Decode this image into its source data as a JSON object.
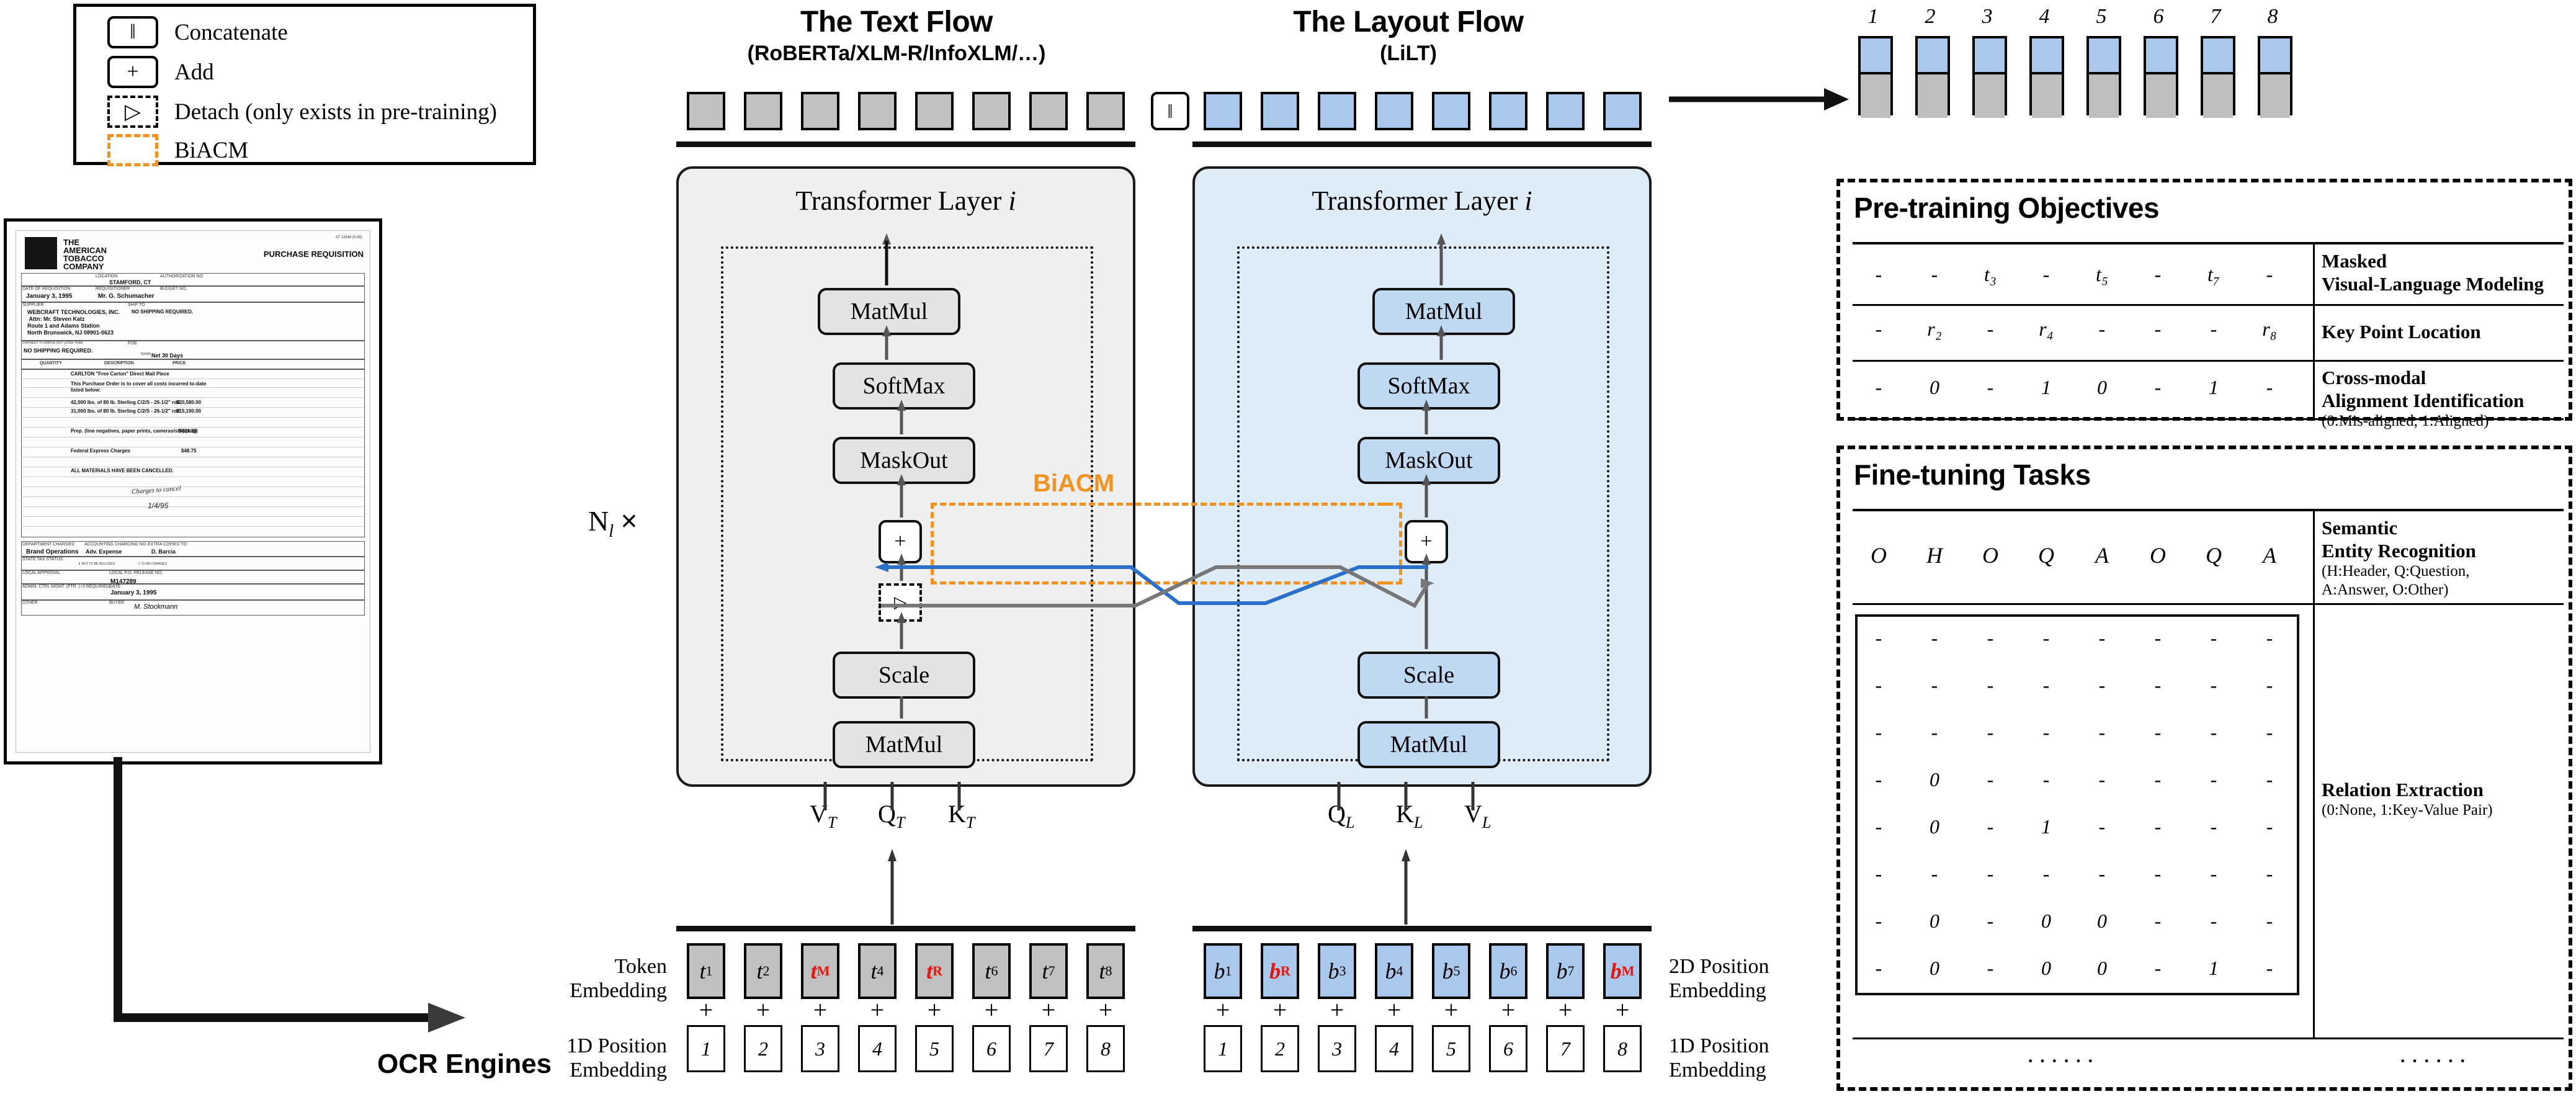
{
  "legend": {
    "items": [
      {
        "symbol": "‖",
        "label": "Concatenate",
        "style": "solid"
      },
      {
        "symbol": "+",
        "label": "Add",
        "style": "solid"
      },
      {
        "symbol": "▷",
        "label": "Detach (only exists in pre-training)",
        "style": "dash"
      },
      {
        "symbol": "",
        "label": "BiACM",
        "style": "orange"
      }
    ]
  },
  "document": {
    "company": "THE AMERICAN TOBACCO COMPANY",
    "form_title": "PURCHASE REQUISITION",
    "ref": "AT 13546 (5-85)",
    "fields": [
      {
        "label": "LOCATION",
        "value": "STAMFORD, CT"
      },
      {
        "label": "AUTHORIZATION NO."
      },
      {
        "label": "DATE OF REQUISITION",
        "value": "January 3, 1995"
      },
      {
        "label": "REQUISITIONER",
        "value": "Mr. G. Schumacher"
      },
      {
        "label": "BUDGET NO."
      },
      {
        "label": "SUPPLIER",
        "value": "WEBCRAFT TECHNOLOGIES, INC."
      },
      {
        "label": "SHIP TO",
        "value": "NO SHIPPING REQUIRED."
      }
    ],
    "supplier_lines": [
      "WEBCRAFT TECHNOLOGIES, INC.",
      "Attn: Mr. Steven Katz",
      "Route 1 and Adams Station",
      "North Brunswick, NJ 08901-0623"
    ],
    "ship_note": "NO SHIPPING REQUIRED.",
    "terms_label": "TERMS",
    "terms_value": "Net 30 Days",
    "table_headers": [
      "QUANTITY",
      "DESCRIPTION",
      "PRICE"
    ],
    "table_rows": [
      {
        "qty": "",
        "desc": "CARLTON \"Free Carton\" Direct Mail Piece",
        "price": ""
      },
      {
        "qty": "",
        "desc": "This Purchase Order is to cover all costs incurred to-date listed below:",
        "price": ""
      },
      {
        "qty": "",
        "desc": "42,000 lbs. of 80 lb. Sterling C/2/S - 26-1/2\" roll",
        "price": "$20,580.00"
      },
      {
        "qty": "",
        "desc": "31,000 lbs. of 80 lb. Sterling C/2/S - 26-1/2\" roll",
        "price": "$15,190.00"
      },
      {
        "qty": "",
        "desc": "Prep. (line negatives, paper prints, cameras/stripping)",
        "price": "$431.25"
      },
      {
        "qty": "",
        "desc": "Federal Express Charges",
        "price": "$48.75"
      },
      {
        "qty": "",
        "desc": "ALL MATERIALS HAVE BEEN CANCELLED.",
        "price": ""
      }
    ],
    "handwriting": [
      "Charges to cancel",
      "1/4/95"
    ],
    "footer": {
      "dept_label": "DEPARTMENT CHARGED",
      "dept_value": "Brand Operations",
      "acct_label": "ACCOUNTING CHARGING NO.",
      "acct_value": "Adv. Expense",
      "extra_label": "EXTRA COPIES TO:",
      "extra_value": "D. Barcia",
      "state_label": "STATE TAX STATUS",
      "approval_label": "LOCAL APPROVAL",
      "po_label": "LOCAL P.O. RELEASE NO.",
      "po_value": "M147289",
      "admin_label": "ADMIN. CTRL MGMT. (FTR. (+3 REQUIRED)",
      "date_label": "DATE",
      "date_value": "January 3, 1995",
      "other_label": "OTHER",
      "buyer_label": "BUYER",
      "buyer_value": "M. Stockmann",
      "check_label": "NOT TO BE INCLUDED",
      "check2_label": "TO BE CHARGED"
    }
  },
  "ocr": {
    "label": "OCR Engines"
  },
  "flows": {
    "text": {
      "title": "The Text Flow",
      "subtitle": "(RoBERTa/XLM-R/InfoXLM/…)",
      "layer_title": "Transformer Layer i",
      "ops": [
        "MatMul",
        "SoftMax",
        "MaskOut",
        "Scale",
        "MatMul"
      ],
      "add_symbol": "+",
      "detach_symbol": "▷",
      "inputs": [
        "V",
        "Q",
        "K"
      ],
      "input_sub": "T"
    },
    "layout": {
      "title": "The Layout Flow",
      "subtitle": "(LiLT)",
      "layer_title": "Transformer Layer i",
      "ops": [
        "MatMul",
        "SoftMax",
        "MaskOut",
        "Scale",
        "MatMul"
      ],
      "add_symbol": "+",
      "inputs": [
        "Q",
        "K",
        "V"
      ],
      "input_sub": "L"
    },
    "repeat_label": "N",
    "repeat_sub": "l",
    "repeat_times": "×",
    "biacm_label": "BiACM",
    "concat_symbol": "‖"
  },
  "embeddings": {
    "token_label_lines": [
      "Token",
      "Embedding"
    ],
    "token_items": [
      {
        "base": "t",
        "sub": "1",
        "red": false
      },
      {
        "base": "t",
        "sub": "2",
        "red": false
      },
      {
        "base": "t",
        "sub": "M",
        "red": true
      },
      {
        "base": "t",
        "sub": "4",
        "red": false
      },
      {
        "base": "t",
        "sub": "R",
        "red": true
      },
      {
        "base": "t",
        "sub": "6",
        "red": false
      },
      {
        "base": "t",
        "sub": "7",
        "red": false
      },
      {
        "base": "t",
        "sub": "8",
        "red": false
      }
    ],
    "layout_label_lines": [
      "2D Position",
      "Embedding"
    ],
    "layout_items": [
      {
        "base": "b",
        "sub": "1",
        "red": false
      },
      {
        "base": "b",
        "sub": "R",
        "red": true
      },
      {
        "base": "b",
        "sub": "3",
        "red": false
      },
      {
        "base": "b",
        "sub": "4",
        "red": false
      },
      {
        "base": "b",
        "sub": "5",
        "red": false
      },
      {
        "base": "b",
        "sub": "6",
        "red": false
      },
      {
        "base": "b",
        "sub": "7",
        "red": false
      },
      {
        "base": "b",
        "sub": "M",
        "red": true
      }
    ],
    "pos_label_lines": [
      "1D Position",
      "Embedding"
    ],
    "pos_label_lines_right": [
      "1D Position",
      "Embedding"
    ],
    "positions": [
      "1",
      "2",
      "3",
      "4",
      "5",
      "6",
      "7",
      "8"
    ],
    "plus": "+",
    "red_color": "#E8150F"
  },
  "output": {
    "indices": [
      "1",
      "2",
      "3",
      "4",
      "5",
      "6",
      "7",
      "8"
    ],
    "top_color": "#a9c8ec",
    "bottom_color": "#bfbfbf"
  },
  "pretraining": {
    "title": "Pre-training Objectives",
    "rows": [
      {
        "cells": [
          "-",
          "-",
          "t₃",
          "-",
          "t₅",
          "-",
          "t₇",
          "-"
        ],
        "name": "Masked\nVisual-Language Modeling",
        "name_lines": [
          "Masked",
          "Visual-Language Modeling"
        ],
        "note": ""
      },
      {
        "cells": [
          "-",
          "r₂",
          "-",
          "r₄",
          "-",
          "-",
          "-",
          "r₈"
        ],
        "name_lines": [
          "Key Point Location"
        ],
        "note": ""
      },
      {
        "cells": [
          "-",
          "0",
          "-",
          "1",
          "0",
          "-",
          "1",
          "-"
        ],
        "name_lines": [
          "Cross-modal",
          "Alignment Identification"
        ],
        "note": "(0:Mis-aligned, 1:Aligned)"
      }
    ]
  },
  "finetuning": {
    "title": "Fine-tuning Tasks",
    "ser": {
      "cells": [
        "O",
        "H",
        "O",
        "Q",
        "A",
        "O",
        "Q",
        "A"
      ],
      "name_lines": [
        "Semantic",
        "Entity Recognition"
      ],
      "note_lines": [
        "(H:Header, Q:Question,",
        " A:Answer, O:Other)"
      ]
    },
    "re": {
      "matrix": [
        [
          "-",
          "-",
          "-",
          "-",
          "-",
          "-",
          "-",
          "-"
        ],
        [
          "-",
          "-",
          "-",
          "-",
          "-",
          "-",
          "-",
          "-"
        ],
        [
          "-",
          "-",
          "-",
          "-",
          "-",
          "-",
          "-",
          "-"
        ],
        [
          "-",
          "0",
          "-",
          "-",
          "-",
          "-",
          "-",
          "-"
        ],
        [
          "-",
          "0",
          "-",
          "1",
          "-",
          "-",
          "-",
          "-"
        ],
        [
          "-",
          "-",
          "-",
          "-",
          "-",
          "-",
          "-",
          "-"
        ],
        [
          "-",
          "0",
          "-",
          "0",
          "0",
          "-",
          "-",
          "-"
        ],
        [
          "-",
          "0",
          "-",
          "0",
          "0",
          "-",
          "1",
          "-"
        ]
      ],
      "name_lines": [
        "Relation Extraction"
      ],
      "note": "(0:None, 1:Key-Value Pair)"
    },
    "ellipsis_left": "······",
    "ellipsis_right": "······"
  }
}
